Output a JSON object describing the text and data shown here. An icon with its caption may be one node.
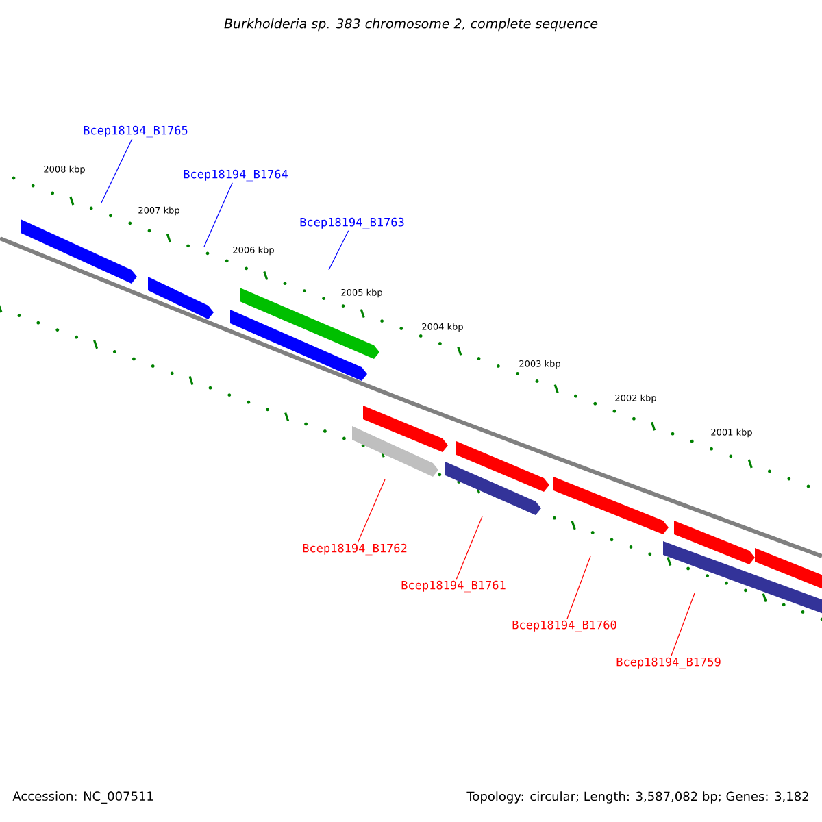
{
  "diagram": {
    "title": "Burkholderia sp. 383 chromosome 2, complete sequence",
    "nodes": [
      {
        "text": [
          "Bcep18194_B1765"
        ]
      },
      {
        "text": [
          "Bcep18194_B1764"
        ]
      },
      {
        "text": [
          "Bcep18194_B1763"
        ]
      },
      {
        "text": [
          "Bcep18194_B1762"
        ]
      },
      {
        "text": [
          "Bcep18194_B1761"
        ]
      },
      {
        "text": [
          "Bcep18194_B1760"
        ]
      },
      {
        "text": [
          "Bcep18194_B1759"
        ]
      }
    ],
    "edges": [
      {
        "from": 0,
        "to": null,
        "arrow": "none",
        "color": "#0000ff"
      },
      {
        "from": 1,
        "to": null,
        "arrow": "none",
        "color": "#0000ff"
      },
      {
        "from": 2,
        "to": null,
        "arrow": "none",
        "color": "#0000ff"
      },
      {
        "from": 3,
        "to": null,
        "arrow": "none",
        "color": "#ff0000"
      },
      {
        "from": 4,
        "to": null,
        "arrow": "none",
        "color": "#ff0000"
      },
      {
        "from": 5,
        "to": null,
        "arrow": "none",
        "color": "#ff0000"
      },
      {
        "from": 6,
        "to": null,
        "arrow": "none",
        "color": "#ff0000"
      }
    ],
    "labels": [
      "2008 kbp",
      "2007 kbp",
      "2006 kbp",
      "2005 kbp",
      "2004 kbp",
      "2003 kbp",
      "2002 kbp",
      "2001 kbp",
      "Accession: NC_007511",
      "Topology: circular; Length: 3,587,082 bp; Genes: 3,182"
    ]
  }
}
